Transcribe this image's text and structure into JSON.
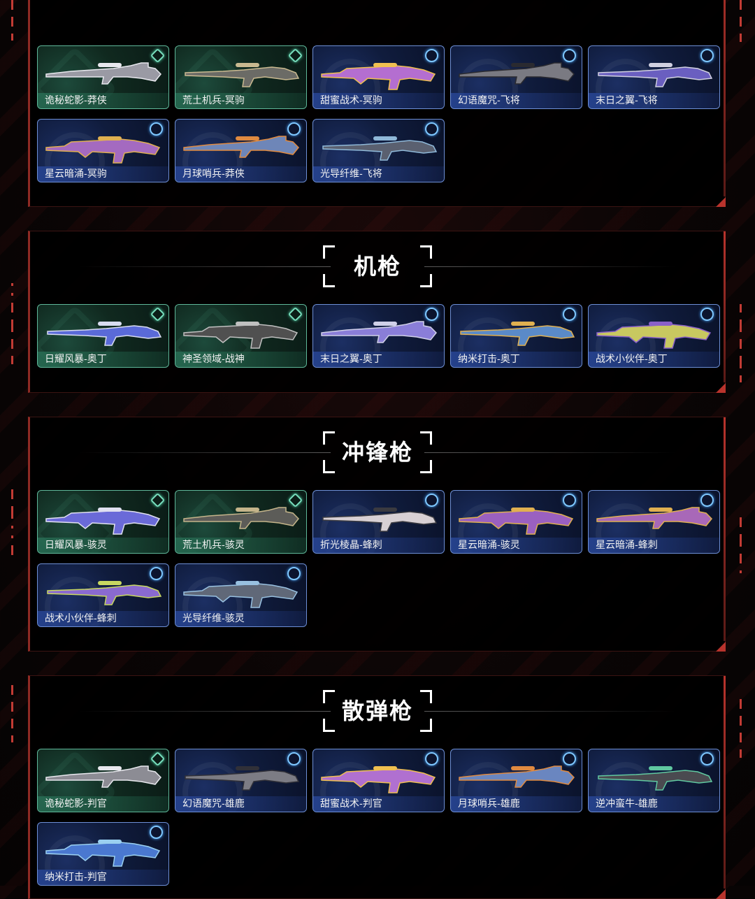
{
  "sections": [
    {
      "title": "狙击枪",
      "items": [
        {
          "name": "诡秘蛇影-莽侠",
          "tier": "green",
          "body": "#9a9aa4",
          "accent": "#e8e8ee"
        },
        {
          "name": "荒土机兵-冥驹",
          "tier": "green",
          "body": "#6b6b66",
          "accent": "#c9b990"
        },
        {
          "name": "甜蜜战术-冥驹",
          "tier": "blue",
          "body": "#b46ed0",
          "accent": "#f0c050"
        },
        {
          "name": "幻语魔咒-飞将",
          "tier": "blue",
          "body": "#7a7a82",
          "accent": "#2a2a30"
        },
        {
          "name": "末日之翼-飞将",
          "tier": "blue",
          "body": "#6a5fc0",
          "accent": "#d0d0e0"
        },
        {
          "name": "星云暗涌-冥驹",
          "tier": "blue",
          "body": "#a46ac0",
          "accent": "#e0b050"
        },
        {
          "name": "月球哨兵-莽侠",
          "tier": "blue",
          "body": "#6e86b8",
          "accent": "#e08a40"
        },
        {
          "name": "光导纤维-飞将",
          "tier": "blue",
          "body": "#5a6070",
          "accent": "#8fb8d8"
        }
      ]
    },
    {
      "title": "机枪",
      "items": [
        {
          "name": "日耀风暴-奥丁",
          "tier": "green",
          "body": "#5a6ad8",
          "accent": "#d8dcf0"
        },
        {
          "name": "神圣领域-战神",
          "tier": "green",
          "body": "#505050",
          "accent": "#c0c0c0"
        },
        {
          "name": "末日之翼-奥丁",
          "tier": "blue",
          "body": "#8a7ed8",
          "accent": "#d0d0e8"
        },
        {
          "name": "纳米打击-奥丁",
          "tier": "blue",
          "body": "#5a8ac8",
          "accent": "#e0b050"
        },
        {
          "name": "战术小伙伴-奥丁",
          "tier": "blue",
          "body": "#c8c860",
          "accent": "#8a60c8"
        }
      ]
    },
    {
      "title": "冲锋枪",
      "items": [
        {
          "name": "日耀风暴-骇灵",
          "tier": "green",
          "body": "#6a6ad8",
          "accent": "#e0e0f0"
        },
        {
          "name": "荒土机兵-骇灵",
          "tier": "green",
          "body": "#5c5c58",
          "accent": "#c4b48a"
        },
        {
          "name": "折光棱晶-蜂刺",
          "tier": "blue",
          "body": "#d8d0d4",
          "accent": "#3a3a40"
        },
        {
          "name": "星云暗涌-骇灵",
          "tier": "blue",
          "body": "#9a60c0",
          "accent": "#e0b050"
        },
        {
          "name": "星云暗涌-蜂刺",
          "tier": "blue",
          "body": "#a868b8",
          "accent": "#e0b050"
        },
        {
          "name": "战术小伙伴-蜂刺",
          "tier": "blue",
          "body": "#8a6ad0",
          "accent": "#c8d860"
        },
        {
          "name": "光导纤维-骇灵",
          "tier": "blue",
          "body": "#606878",
          "accent": "#98c0e0"
        }
      ]
    },
    {
      "title": "散弹枪",
      "items": [
        {
          "name": "诡秘蛇影-判官",
          "tier": "green",
          "body": "#8c8c94",
          "accent": "#e8e8ee"
        },
        {
          "name": "幻语魔咒-雄鹿",
          "tier": "blue",
          "body": "#7c7c84",
          "accent": "#303038"
        },
        {
          "name": "甜蜜战术-判官",
          "tier": "blue",
          "body": "#b070d0",
          "accent": "#f0c050"
        },
        {
          "name": "月球哨兵-雄鹿",
          "tier": "blue",
          "body": "#6a86c0",
          "accent": "#e08a40"
        },
        {
          "name": "逆冲蛮牛-雄鹿",
          "tier": "blue",
          "body": "#4a4a50",
          "accent": "#60c8a0"
        },
        {
          "name": "纳米打击-判官",
          "tier": "blue",
          "body": "#4a78d0",
          "accent": "#9ad0f0"
        }
      ]
    }
  ]
}
